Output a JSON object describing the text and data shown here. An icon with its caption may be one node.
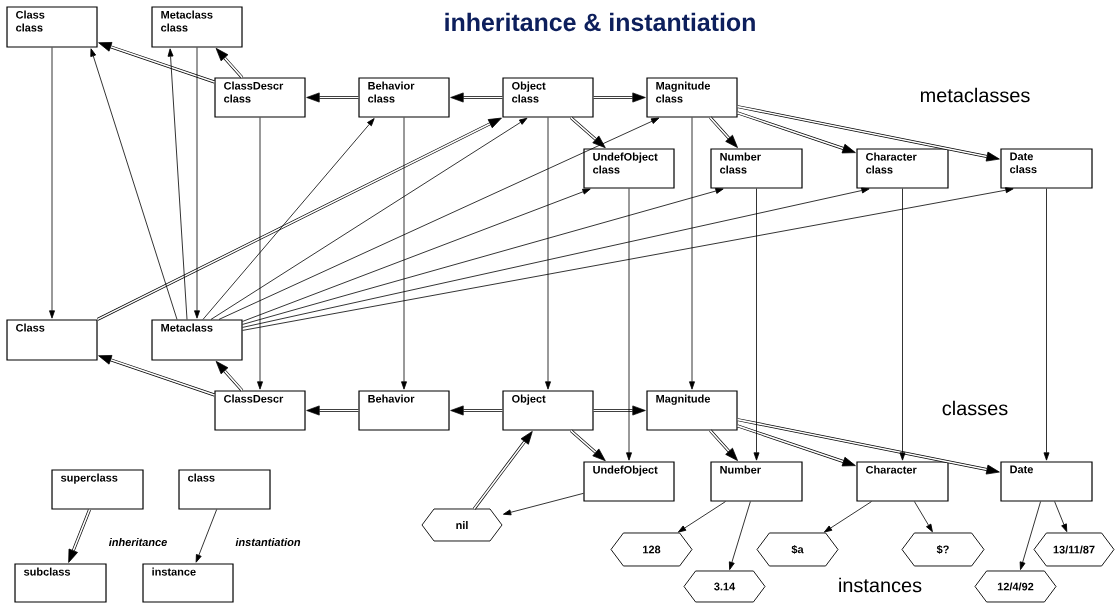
{
  "diagram": {
    "title": "inheritance & instantiation",
    "nodes": [
      {
        "text": [
          "Class class"
        ]
      },
      {
        "text": [
          "Metaclass class"
        ]
      },
      {
        "text": [
          "ClassDescr class"
        ]
      },
      {
        "text": [
          "Behavior class"
        ]
      },
      {
        "text": [
          "Object class"
        ]
      },
      {
        "text": [
          "Magnitude class"
        ]
      },
      {
        "text": [
          "UndefObject class"
        ]
      },
      {
        "text": [
          "Number class"
        ]
      },
      {
        "text": [
          "Character class"
        ]
      },
      {
        "text": [
          "Date class"
        ]
      },
      {
        "text": [
          "Class"
        ]
      },
      {
        "text": [
          "Metaclass"
        ]
      },
      {
        "text": [
          "ClassDescr"
        ]
      },
      {
        "text": [
          "Behavior"
        ]
      },
      {
        "text": [
          "Object"
        ]
      },
      {
        "text": [
          "Magnitude"
        ]
      },
      {
        "text": [
          "UndefObject"
        ]
      },
      {
        "text": [
          "Number"
        ]
      },
      {
        "text": [
          "Character"
        ]
      },
      {
        "text": [
          "Date"
        ]
      },
      {
        "text": [
          "nil"
        ]
      },
      {
        "text": [
          "128"
        ]
      },
      {
        "text": [
          "3.14"
        ]
      },
      {
        "text": [
          "$a"
        ]
      },
      {
        "text": [
          "$?"
        ]
      },
      {
        "text": [
          "12/4/92"
        ]
      },
      {
        "text": [
          "13/11/87"
        ]
      },
      {
        "text": [
          "superclass"
        ]
      },
      {
        "text": [
          "subclass"
        ]
      },
      {
        "text": [
          "class"
        ]
      },
      {
        "text": [
          "instance"
        ]
      }
    ],
    "edges": [
      {
        "from": 2,
        "to": 0,
        "arrow": "to",
        "style": "thick"
      },
      {
        "from": 2,
        "to": 1,
        "arrow": "to",
        "style": "thick"
      },
      {
        "from": 3,
        "to": 2,
        "arrow": "to",
        "style": "thick"
      },
      {
        "from": 4,
        "to": 3,
        "arrow": "to",
        "style": "thick"
      },
      {
        "from": 4,
        "to": 5,
        "arrow": "to",
        "style": "thick"
      },
      {
        "from": 4,
        "to": 6,
        "arrow": "to",
        "style": "thick"
      },
      {
        "from": 5,
        "to": 7,
        "arrow": "to",
        "style": "thick"
      },
      {
        "from": 5,
        "to": 8,
        "arrow": "to",
        "style": "thick"
      },
      {
        "from": 5,
        "to": 9,
        "arrow": "to",
        "style": "thick"
      },
      {
        "from": 10,
        "to": 4,
        "arrow": "to",
        "style": "thick"
      },
      {
        "from": 12,
        "to": 10,
        "arrow": "to",
        "style": "thick"
      },
      {
        "from": 12,
        "to": 11,
        "arrow": "to",
        "style": "thick"
      },
      {
        "from": 13,
        "to": 12,
        "arrow": "to",
        "style": "thick"
      },
      {
        "from": 14,
        "to": 13,
        "arrow": "to",
        "style": "thick"
      },
      {
        "from": 14,
        "to": 15,
        "arrow": "to",
        "style": "thick"
      },
      {
        "from": 14,
        "to": 16,
        "arrow": "to",
        "style": "thick"
      },
      {
        "from": 15,
        "to": 17,
        "arrow": "to",
        "style": "thick"
      },
      {
        "from": 15,
        "to": 18,
        "arrow": "to",
        "style": "thick"
      },
      {
        "from": 15,
        "to": 19,
        "arrow": "to",
        "style": "thick"
      },
      {
        "from": 20,
        "to": 14,
        "arrow": "to",
        "style": "thick"
      },
      {
        "from": 0,
        "to": 10,
        "arrow": "to"
      },
      {
        "from": 1,
        "to": 11,
        "arrow": "to"
      },
      {
        "from": 2,
        "to": 12,
        "arrow": "to"
      },
      {
        "from": 3,
        "to": 13,
        "arrow": "to"
      },
      {
        "from": 4,
        "to": 14,
        "arrow": "to"
      },
      {
        "from": 5,
        "to": 15,
        "arrow": "to"
      },
      {
        "from": 6,
        "to": 16,
        "arrow": "to"
      },
      {
        "from": 7,
        "to": 17,
        "arrow": "to"
      },
      {
        "from": 8,
        "to": 18,
        "arrow": "to"
      },
      {
        "from": 9,
        "to": 19,
        "arrow": "to"
      },
      {
        "from": 11,
        "to": 0,
        "arrow": "to"
      },
      {
        "from": 11,
        "to": 1,
        "arrow": "to"
      },
      {
        "from": 11,
        "to": 3,
        "arrow": "to"
      },
      {
        "from": 11,
        "to": 4,
        "arrow": "to"
      },
      {
        "from": 11,
        "to": 5,
        "arrow": "to"
      },
      {
        "from": 11,
        "to": 6,
        "arrow": "to"
      },
      {
        "from": 11,
        "to": 7,
        "arrow": "to"
      },
      {
        "from": 11,
        "to": 8,
        "arrow": "to"
      },
      {
        "from": 11,
        "to": 9,
        "arrow": "to"
      },
      {
        "from": 16,
        "to": 20,
        "arrow": "to"
      },
      {
        "from": 17,
        "to": 21,
        "arrow": "to"
      },
      {
        "from": 17,
        "to": 22,
        "arrow": "to"
      },
      {
        "from": 18,
        "to": 23,
        "arrow": "to"
      },
      {
        "from": 18,
        "to": 24,
        "arrow": "to"
      },
      {
        "from": 19,
        "to": 25,
        "arrow": "to"
      },
      {
        "from": 19,
        "to": 26,
        "arrow": "to"
      },
      {
        "from": 27,
        "to": 28,
        "arrow": "to",
        "style": "thick"
      },
      {
        "from": 29,
        "to": 30,
        "arrow": "to"
      }
    ],
    "labels": [
      "metaclasses",
      "classes",
      "inheritance",
      "instantiation",
      "instances"
    ]
  }
}
